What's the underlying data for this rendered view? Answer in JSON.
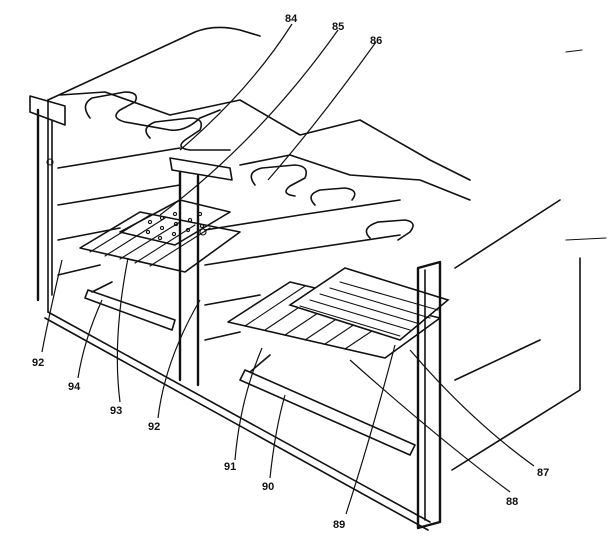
{
  "labels": [
    {
      "id": "84",
      "text": "84"
    },
    {
      "id": "85",
      "text": "85"
    },
    {
      "id": "86",
      "text": "86"
    },
    {
      "id": "87",
      "text": "87"
    },
    {
      "id": "88",
      "text": "88"
    },
    {
      "id": "89",
      "text": "89"
    },
    {
      "id": "90",
      "text": "90"
    },
    {
      "id": "91",
      "text": "91"
    },
    {
      "id": "92a",
      "text": "92"
    },
    {
      "id": "92b",
      "text": "92"
    },
    {
      "id": "93",
      "text": "93"
    },
    {
      "id": "94",
      "text": "94"
    }
  ]
}
